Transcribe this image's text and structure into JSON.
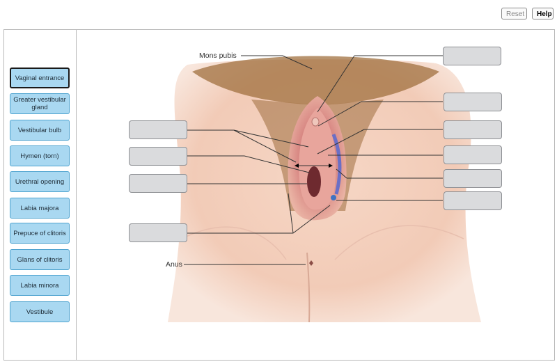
{
  "toolbar": {
    "reset_label": "Reset",
    "help_label": "Help"
  },
  "labels": [
    "Vaginal entrance",
    "Greater vestibular gland",
    "Vestibular bulb",
    "Hymen (torn)",
    "Urethral opening",
    "Labia majora",
    "Prepuce of clitoris",
    "Glans of clitoris",
    "Labia minora",
    "Vestibule"
  ],
  "selected_label": "Vaginal entrance",
  "figure": {
    "fixed_labels": {
      "mons": "Mons pubis",
      "anus": "Anus"
    }
  }
}
